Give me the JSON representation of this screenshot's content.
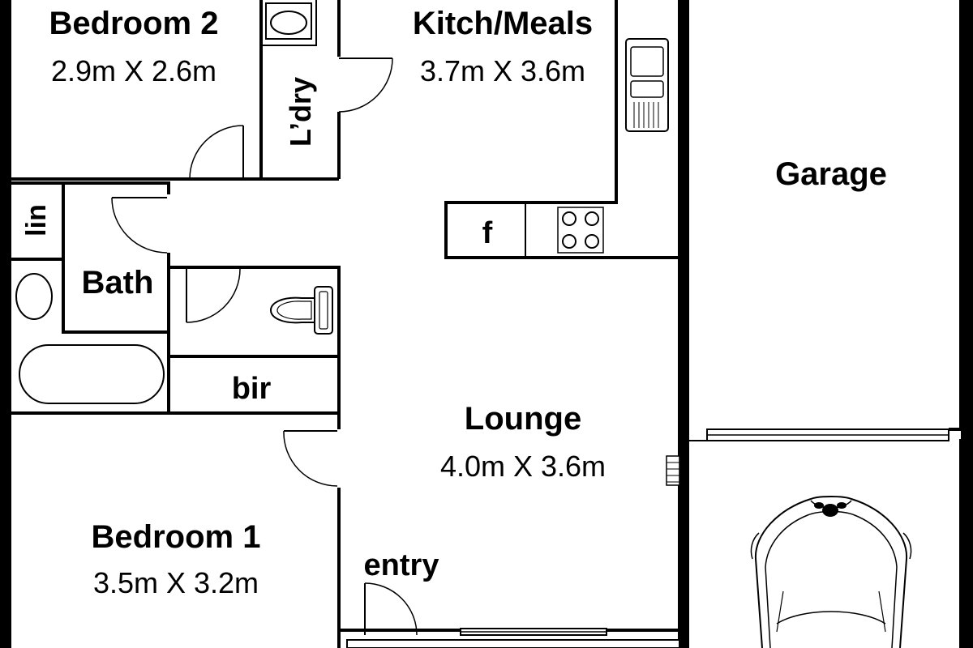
{
  "colors": {
    "background": "#000000",
    "floor": "#ffffff",
    "wall": "#000000"
  },
  "rooms": {
    "bedroom2": {
      "name": "Bedroom 2",
      "dims": "2.9m X 2.6m"
    },
    "kitchen": {
      "name": "Kitch/Meals",
      "dims": "3.7m X 3.6m"
    },
    "laundry": {
      "name": "L’dry"
    },
    "garage": {
      "name": "Garage"
    },
    "linen": {
      "name": "lin"
    },
    "fridge": {
      "name": "f"
    },
    "bath": {
      "name": "Bath"
    },
    "bir": {
      "name": "bir"
    },
    "lounge": {
      "name": "Lounge",
      "dims": "4.0m X 3.6m"
    },
    "bedroom1": {
      "name": "Bedroom 1",
      "dims": "3.5m X 3.2m"
    },
    "entry": {
      "name": "entry"
    }
  },
  "fixtures": {
    "icons": [
      "sink-icon",
      "cooktop-icon",
      "toilet-icon",
      "bathtub-icon",
      "vanity-basin-icon",
      "washing-machine-icon",
      "car-icon",
      "window-icon",
      "door-icon"
    ]
  }
}
